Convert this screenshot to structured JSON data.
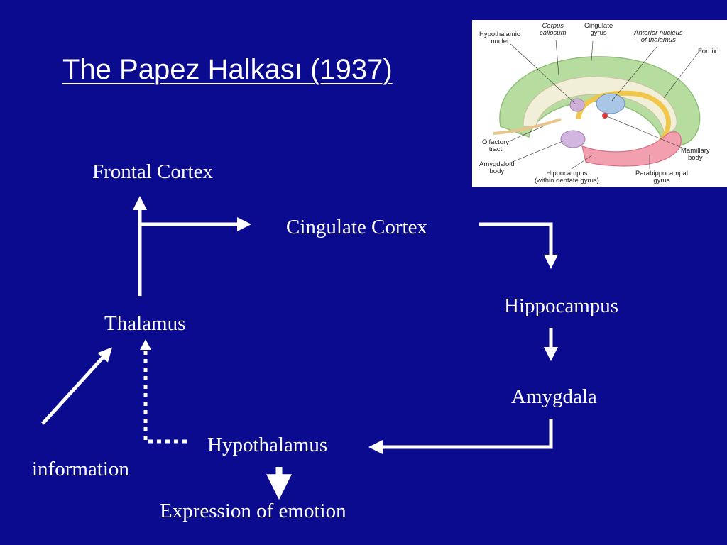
{
  "title": "The Papez Halkası (1937)",
  "nodes": {
    "frontal_cortex": "Frontal Cortex",
    "cingulate_cortex": "Cingulate Cortex",
    "hippocampus": "Hippocampus",
    "thalamus": "Thalamus",
    "amygdala": "Amygdala",
    "hypothalamus": "Hypothalamus",
    "information": "information",
    "expression": "Expression of emotion"
  },
  "brain_figure": {
    "labels": {
      "hypothalamic_nuclei": "Hypothalamic\nnuclei",
      "corpus_callosum": "Corpus\ncallosum",
      "cingulate_gyrus": "Cingulate\ngyrus",
      "anterior_nucleus": "Anterior nucleus\nof thalamus",
      "fornix": "Fornix",
      "olfactory_tract": "Olfactory\ntract",
      "amygdaloid_body": "Amygdaloid\nbody",
      "hippocampus": "Hippocampus\n(within dentate gyrus)",
      "parahippocampal_gyrus": "Parahippocampal\ngyrus",
      "mamillary_body": "Mamillary\nbody"
    }
  },
  "colors": {
    "background": "#0b0b8f",
    "text": "#ffffff",
    "arrow": "#ffffff"
  }
}
